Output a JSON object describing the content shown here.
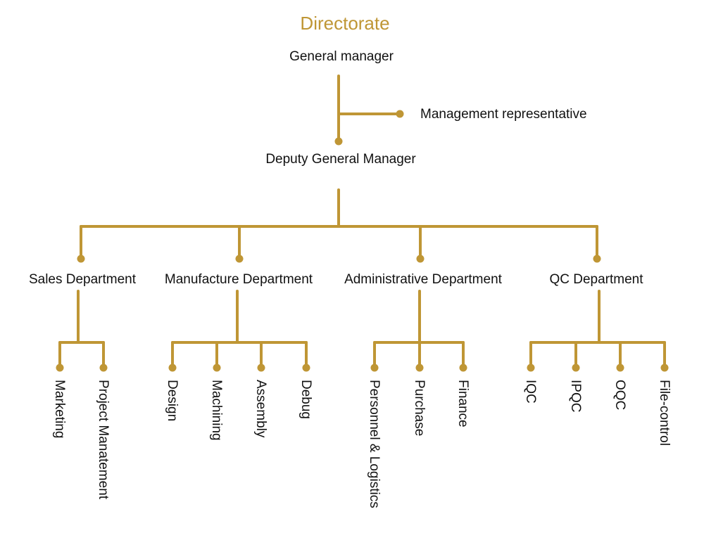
{
  "title": "Directorate",
  "accent_color": "#BF9635",
  "text_color": "#111111",
  "general_manager": "General manager",
  "management_representative": "Management representative",
  "deputy_general_manager": "Deputy General Manager",
  "departments": [
    {
      "name": "Sales Department",
      "units": [
        "Marketing",
        "Project Manatement"
      ]
    },
    {
      "name": "Manufacture Department",
      "units": [
        "Design",
        "Machining",
        "Assembly",
        "Debug"
      ]
    },
    {
      "name": "Administrative Department",
      "units": [
        "Personnel & Logistics",
        "Purchase",
        "Finance"
      ]
    },
    {
      "name": "QC Department",
      "units": [
        "IQC",
        "IPQC",
        "OQC",
        "File-control"
      ]
    }
  ]
}
